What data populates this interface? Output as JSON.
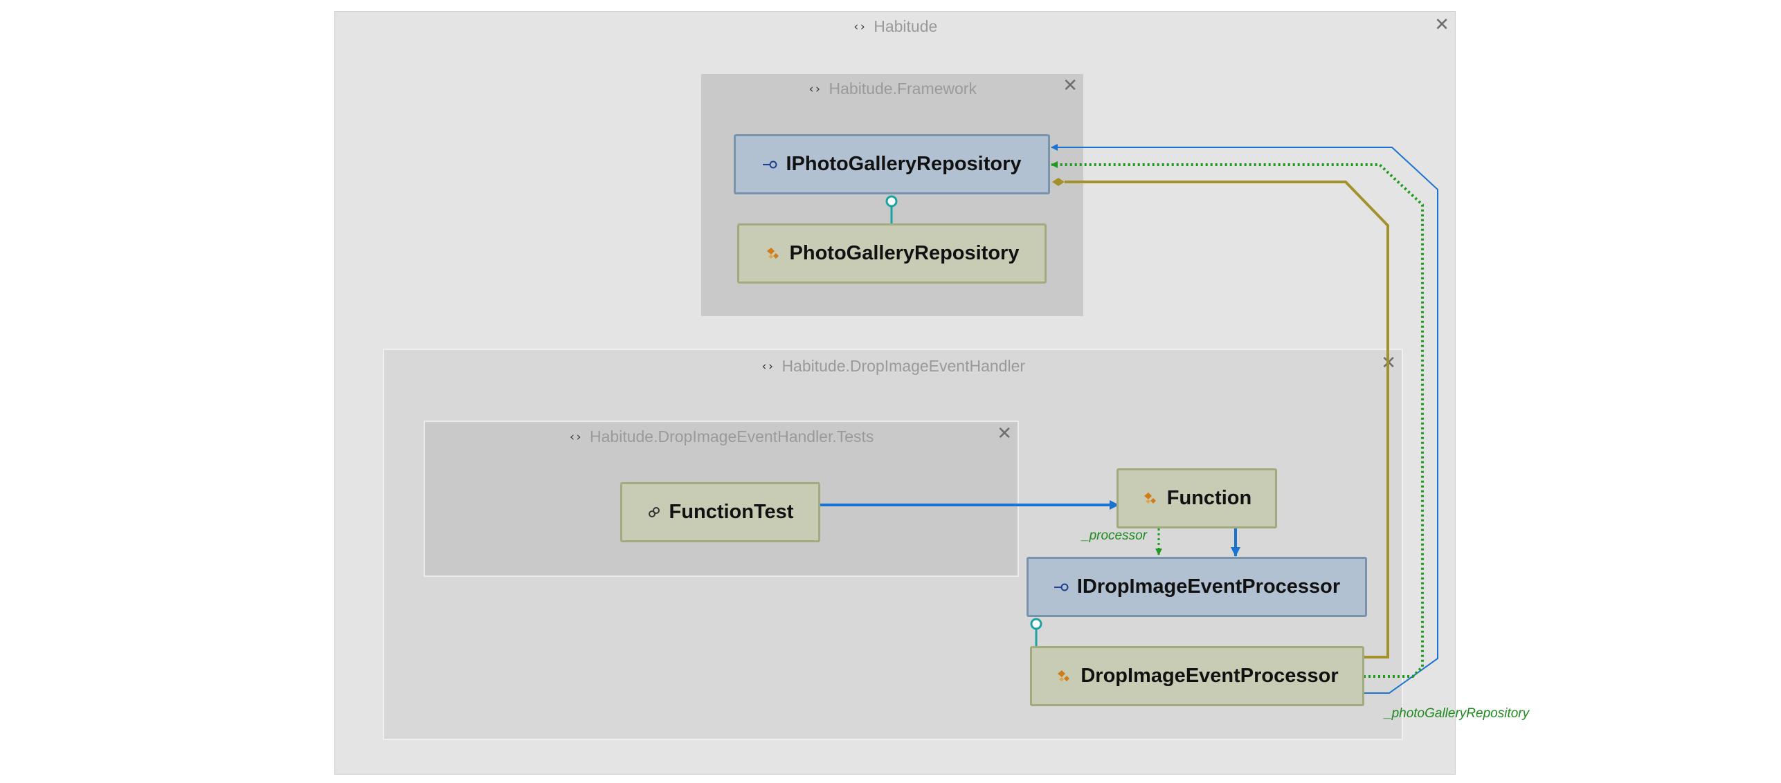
{
  "diagram": {
    "namespaces": {
      "habitude": "Habitude",
      "framework": "Habitude.Framework",
      "drop_handler": "Habitude.DropImageEventHandler",
      "drop_tests": "Habitude.DropImageEventHandler.Tests"
    },
    "types": {
      "iphoto_repo": "IPhotoGalleryRepository",
      "photo_repo": "PhotoGalleryRepository",
      "function_test": "FunctionTest",
      "function": "Function",
      "idrop_processor": "IDropImageEventProcessor",
      "drop_processor": "DropImageEventProcessor"
    },
    "edge_labels": {
      "processor": "_processor",
      "photo_repo_field": "_photoGalleryRepository"
    },
    "colors": {
      "outer_group": "#e4e4e4",
      "inner_group": "#c9c9c9",
      "mid_group": "#d8d8d8",
      "interface_fill": "#b1c1d2",
      "class_fill": "#c8ccb4",
      "call_edge": "#1a73d1",
      "field_edge": "#1e9a1e",
      "composition_edge": "#a3922b",
      "implements_edge": "#1aa3a3"
    },
    "icons": {
      "namespace": "namespace-icon",
      "interface": "interface-icon",
      "class": "class-icon",
      "test_class": "test-class-icon",
      "close": "close-icon"
    }
  }
}
